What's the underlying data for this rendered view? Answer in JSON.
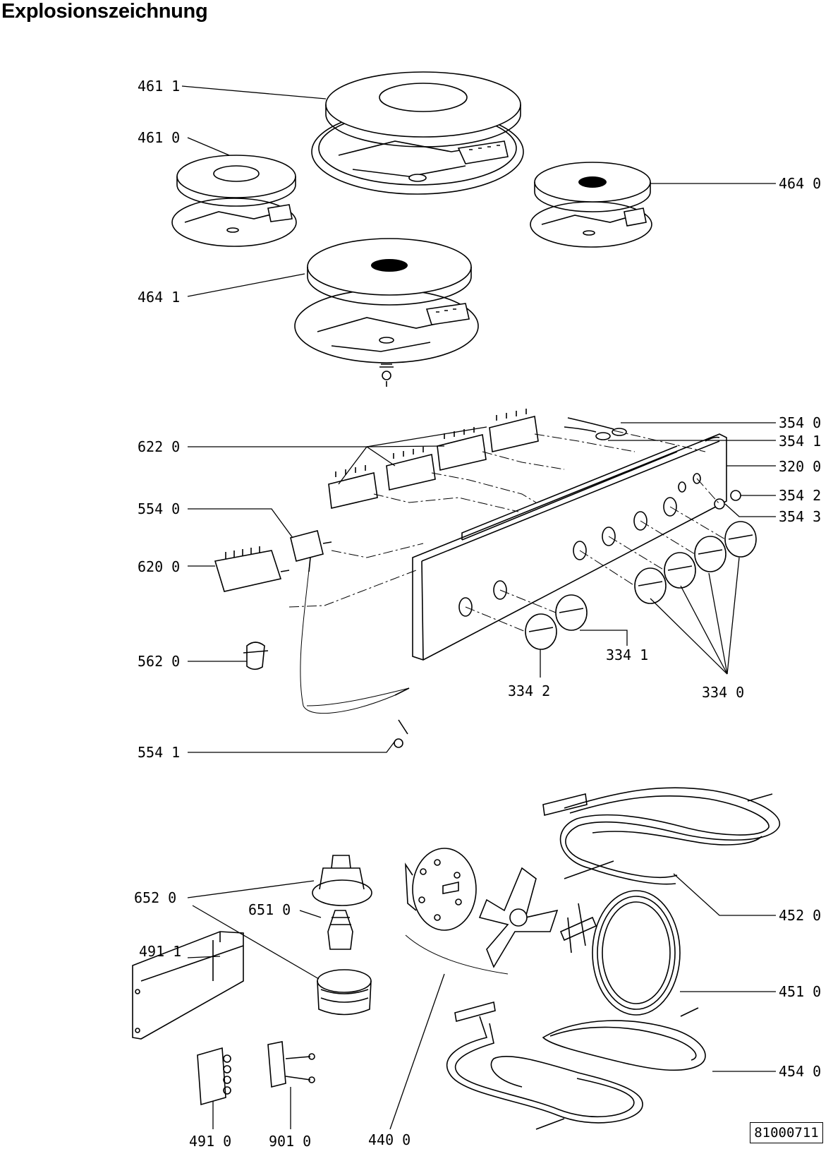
{
  "title": "Explosionszeichnung",
  "document_number": "81000711",
  "parts": {
    "p461_1": "461 1",
    "p461_0": "461 0",
    "p464_0": "464 0",
    "p464_1": "464 1",
    "p354_0": "354 0",
    "p354_1": "354 1",
    "p320_0": "320 0",
    "p354_2": "354 2",
    "p354_3": "354 3",
    "p622_0": "622 0",
    "p554_0": "554 0",
    "p620_0": "620 0",
    "p562_0": "562 0",
    "p554_1": "554 1",
    "p334_1": "334 1",
    "p334_2": "334 2",
    "p334_0": "334 0",
    "p652_0": "652 0",
    "p651_0": "651 0",
    "p491_1": "491 1",
    "p491_0": "491 0",
    "p901_0": "901 0",
    "p440_0": "440 0",
    "p452_0": "452 0",
    "p451_0": "451 0",
    "p454_0": "454 0"
  }
}
